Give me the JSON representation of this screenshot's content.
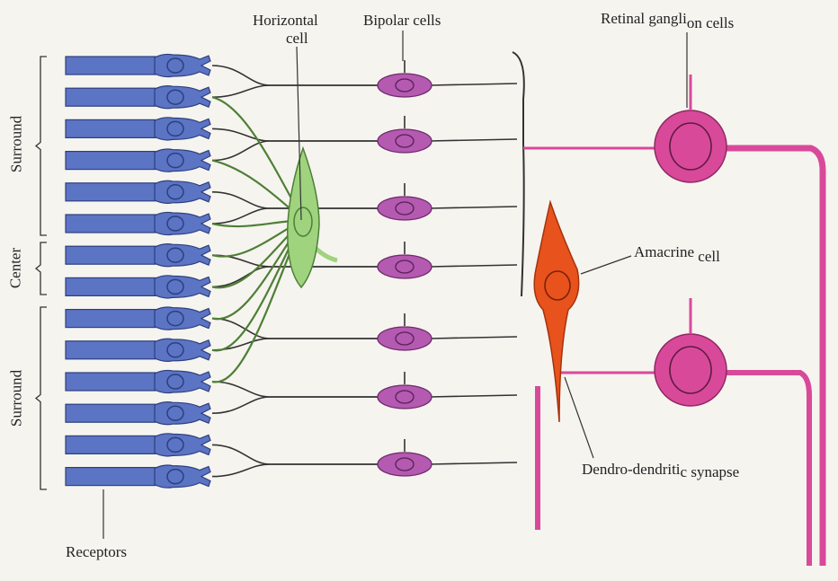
{
  "labels": {
    "horizontal_cell_line1": "Horizontal",
    "horizontal_cell_line2": "cell",
    "bipolar_cells": "Bipolar cells",
    "retinal_ganglion_a": "Retinal gangli",
    "retinal_ganglion_b": "on cells",
    "amacrine_a": "Amacrine",
    "amacrine_b": "cell",
    "dendro_a": "Dendro-dendriti",
    "dendro_b": "c synapse",
    "receptors": "Receptors",
    "surround_top": "Surround",
    "center": "Center",
    "surround_bottom": "Surround"
  },
  "colors": {
    "background": "#f6f4ef",
    "receptor": "#5b74c4",
    "receptor_outline": "#2d3f7e",
    "horizontal_cell": "#9fd37e",
    "bipolar_cell": "#b45ab0",
    "ganglion_cell": "#d9499a",
    "amacrine_cell": "#e8521c",
    "neurite": "#333333"
  },
  "receptor_count": 14
}
